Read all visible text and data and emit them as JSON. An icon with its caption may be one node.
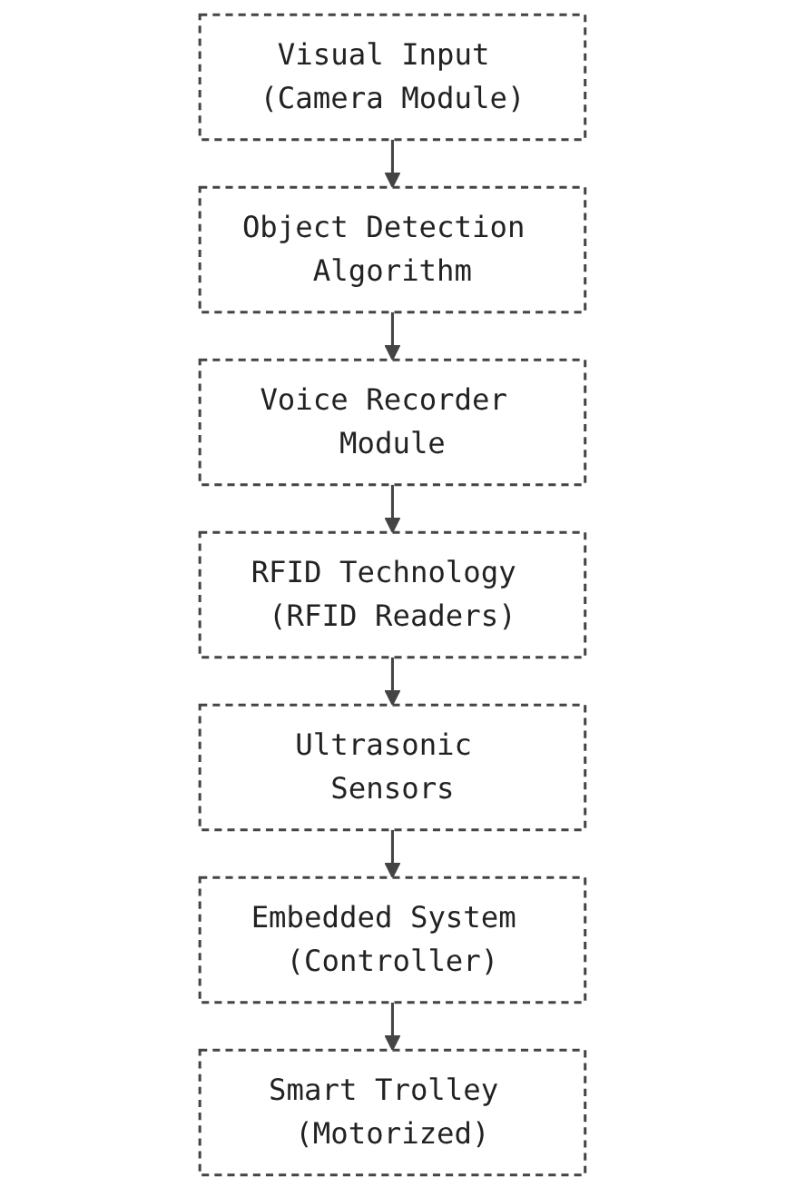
{
  "diagram": {
    "nodes": [
      {
        "text": [
          "Visual Input (Camera Module)"
        ]
      },
      {
        "text": [
          "Object Detection Algorithm"
        ]
      },
      {
        "text": [
          "Voice Recorder Module"
        ]
      },
      {
        "text": [
          "RFID Technology (RFID Readers)"
        ]
      },
      {
        "text": [
          "Ultrasonic Sensors"
        ]
      },
      {
        "text": [
          "Embedded System (Controller)"
        ]
      },
      {
        "text": [
          "Smart Trolley (Motorized)"
        ]
      }
    ],
    "edges": [
      {
        "from": 0,
        "to": 1,
        "arrow": "to"
      },
      {
        "from": 1,
        "to": 2,
        "arrow": "to"
      },
      {
        "from": 2,
        "to": 3,
        "arrow": "to"
      },
      {
        "from": 3,
        "to": 4,
        "arrow": "to"
      },
      {
        "from": 4,
        "to": 5,
        "arrow": "to"
      },
      {
        "from": 5,
        "to": 6,
        "arrow": "to"
      }
    ]
  }
}
